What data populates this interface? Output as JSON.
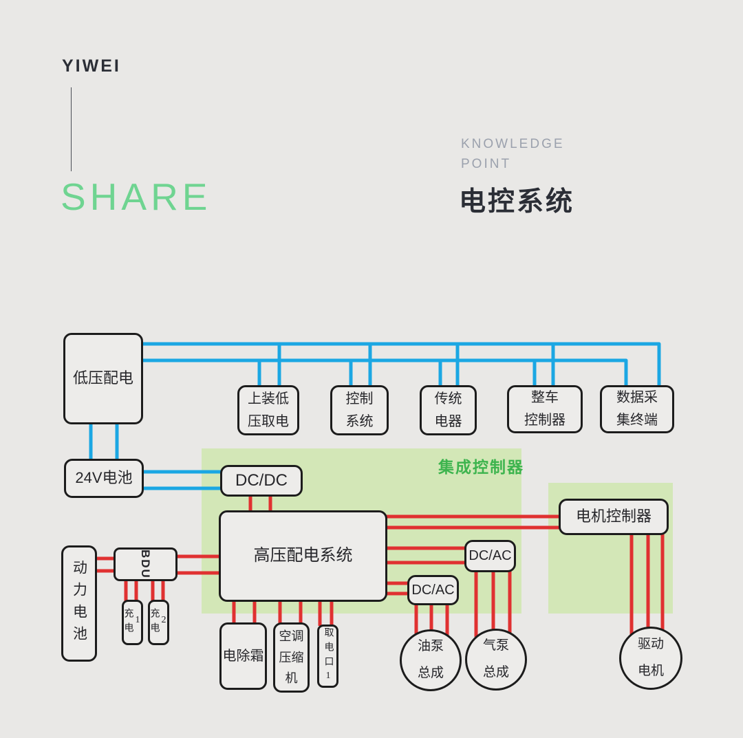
{
  "header": {
    "brand": "YIWEI",
    "share_word": "SHARE",
    "kicker": {
      "line1": "KNOWLEDGE",
      "line2": "POINT"
    },
    "title": "电控系统"
  },
  "colors": {
    "page_bg": "#e9e8e6",
    "wire_blue": "#1ba7e3",
    "wire_red": "#e03131",
    "region_green": "#d3e7b7",
    "region_label_green": "#3db44e",
    "share_green": "#6fd491",
    "ink": "#2b2e36",
    "muted": "#9ba1ad"
  },
  "diagram": {
    "regions": {
      "integrated_controller_label": "集成控制器"
    },
    "nodes": {
      "low_voltage_distribution": "低压配电",
      "battery_24v": "24V电池",
      "body_low_voltage_takeoff": "上装低\n压取电",
      "control_system": "控制\n系统",
      "traditional_electric": "传统\n电器",
      "vehicle_controller": "整车\n控制器",
      "data_collection_terminal": "数据采\n集终端",
      "dcdc": "DC/DC",
      "hv_distribution": "高压配电系统",
      "bdu": "BDU",
      "power_battery": "动力电池",
      "charge_port_1": "充电1",
      "charge_port_2": "充电2",
      "defroster": "电除霜",
      "ac_compressor": "空调\n压缩\n机",
      "power_outlet_1": "取电口1",
      "dcac_upper": "DC/AC",
      "dcac_lower": "DC/AC",
      "motor_controller": "电机控制器",
      "oil_pump_assembly": "油泵\n总成",
      "air_pump_assembly": "气泵\n总成",
      "drive_motor": "驱动\n电机"
    }
  }
}
